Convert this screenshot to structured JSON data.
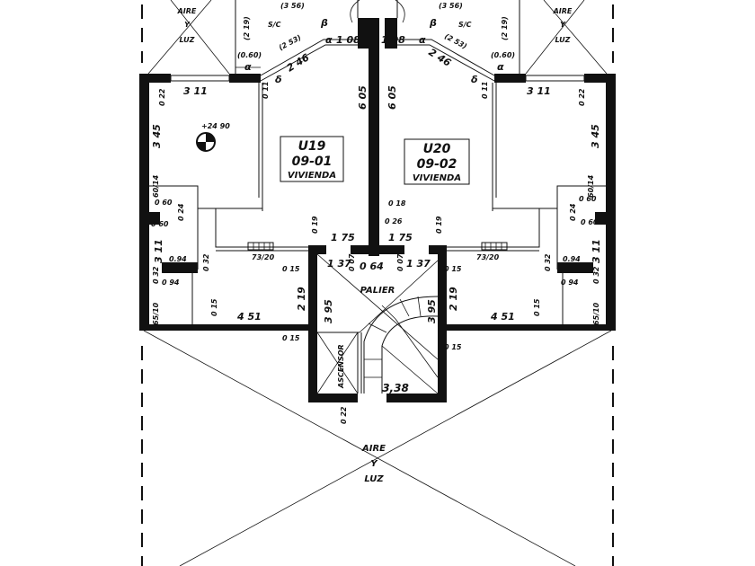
{
  "plan": {
    "units": [
      {
        "code": "U19",
        "number": "09-01",
        "use": "VIVIENDA"
      },
      {
        "code": "U20",
        "number": "09-02",
        "use": "VIVIENDA"
      }
    ],
    "air_light": {
      "line1": "AIRE",
      "line2": "Y",
      "line3": "LUZ"
    },
    "service": "S/C",
    "landing": "PALIER",
    "elevator": "ASCENSOR",
    "level": "+24 90",
    "dims": {
      "d356": "(3 56)",
      "d219p": "(2 19)",
      "d253": "(2 53)",
      "d060p": "(0.60)",
      "beta": "β",
      "alpha": "α",
      "delta": "δ",
      "d108": "1 08",
      "d246": "2 46",
      "d011": "0 11",
      "d311": "3 11",
      "d022": "0 22",
      "d345": "3 45",
      "d605": "6 05",
      "d6014": "60/14",
      "d060": "0 60",
      "d024": "0 24",
      "d311b": "3 11",
      "d094": "0.94",
      "d094b": "0 94",
      "d032": "0 32",
      "d6510": "65/10",
      "d015": "0 15",
      "d451": "4 51",
      "d219": "2 19",
      "d7320": "73/20",
      "d019": "0 19",
      "d175": "1 75",
      "d018": "0 18",
      "d026": "0 26",
      "d137": "1 37",
      "d007": "0 07",
      "d064": "0 64",
      "d395": "3 95",
      "d338": "3,38",
      "d022b": "0 22"
    }
  }
}
